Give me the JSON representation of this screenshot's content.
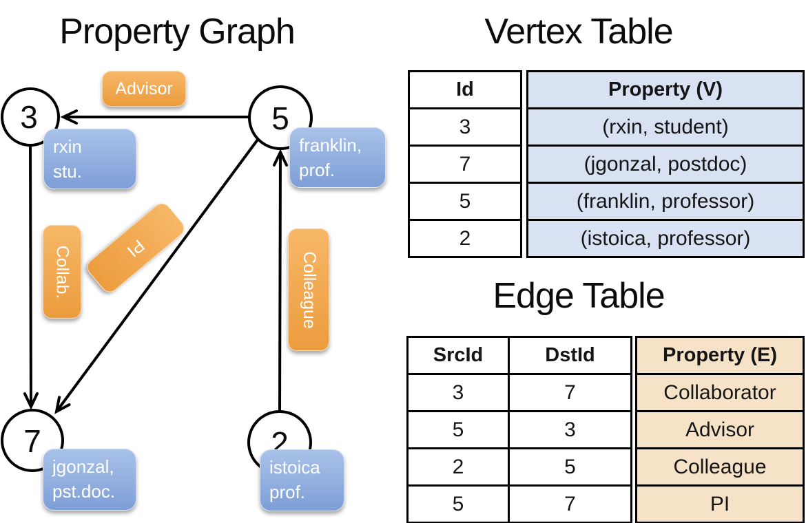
{
  "titles": {
    "graph": "Property Graph",
    "vertex": "Vertex Table",
    "edge": "Edge Table"
  },
  "graph": {
    "nodes": [
      {
        "id": "3",
        "line1": "rxin",
        "line2": "stu."
      },
      {
        "id": "5",
        "line1": "franklin,",
        "line2": "prof."
      },
      {
        "id": "7",
        "line1": "jgonzal,",
        "line2": "pst.doc."
      },
      {
        "id": "2",
        "line1": "istoica",
        "line2": "prof."
      }
    ],
    "edge_labels": [
      {
        "text": "Advisor"
      },
      {
        "text": "Collab."
      },
      {
        "text": "PI"
      },
      {
        "text": "Colleague"
      }
    ],
    "edges": [
      {
        "src": "5",
        "dst": "3",
        "label": "Advisor"
      },
      {
        "src": "3",
        "dst": "7",
        "label": "Collab."
      },
      {
        "src": "5",
        "dst": "7",
        "label": "PI"
      },
      {
        "src": "2",
        "dst": "5",
        "label": "Colleague"
      }
    ]
  },
  "vertex_table": {
    "headers": {
      "id": "Id",
      "property": "Property (V)"
    },
    "rows": [
      {
        "id": "3",
        "property": "(rxin, student)"
      },
      {
        "id": "7",
        "property": "(jgonzal, postdoc)"
      },
      {
        "id": "5",
        "property": "(franklin, professor)"
      },
      {
        "id": "2",
        "property": "(istoica, professor)"
      }
    ]
  },
  "edge_table": {
    "headers": {
      "src": "SrcId",
      "dst": "DstId",
      "property": "Property (E)"
    },
    "rows": [
      {
        "src": "3",
        "dst": "7",
        "property": "Collaborator"
      },
      {
        "src": "5",
        "dst": "3",
        "property": "Advisor"
      },
      {
        "src": "2",
        "dst": "5",
        "property": "Colleague"
      },
      {
        "src": "5",
        "dst": "7",
        "property": "PI"
      }
    ]
  },
  "colors": {
    "accent_orange": "#F0A449",
    "accent_blue": "#85A5DC",
    "vertex_cell_bg": "#D9E2F3",
    "edge_cell_bg": "#F6E2C7",
    "line": "#000000"
  }
}
